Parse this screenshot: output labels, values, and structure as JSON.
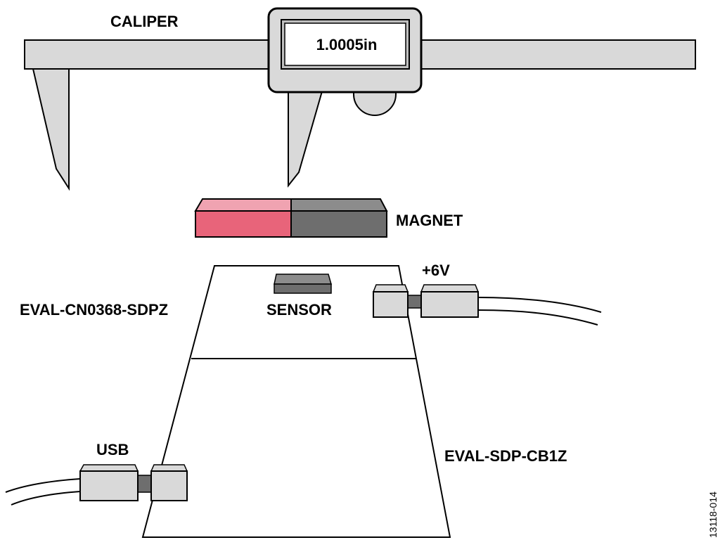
{
  "labels": {
    "caliper": "CALIPER",
    "display_value": "1.0005in",
    "magnet": "MAGNET",
    "sensor": "SENSOR",
    "eval_board": "EVAL-CN0368-SDPZ",
    "power": "+6V",
    "usb": "USB",
    "sdp_board": "EVAL-SDP-CB1Z",
    "figure_id": "13118-014"
  },
  "colors": {
    "caliper_body": "#d9d9d9",
    "outline": "#000000",
    "magnet_pole_a_front": "#e8647a",
    "magnet_pole_a_top": "#f0a3b1",
    "magnet_pole_b_front": "#6e6e6e",
    "magnet_pole_b_top": "#8c8c8c",
    "sensor_chip": "#8c8c8c",
    "connector": "#d9d9d9",
    "connector_joint": "#6e6e6e",
    "board_fill": "#ffffff"
  }
}
